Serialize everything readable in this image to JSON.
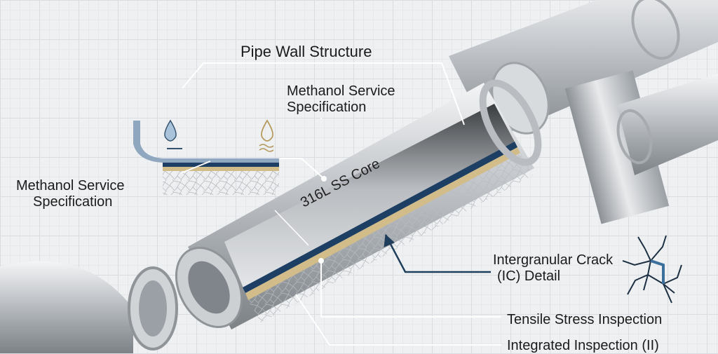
{
  "title": "Pipe Wall Structure",
  "labels": {
    "methanol_spec_top_line1": "Methanol Service",
    "methanol_spec_top_line2": "Specification",
    "methanol_spec_left_line1": "Methanol Service",
    "methanol_spec_left_line2": "Specification",
    "core": "316L SS Core",
    "crack_line1": "Intergranular Crack",
    "crack_line2": "(IC) Detail",
    "tensile": "Tensile Stress Inspection",
    "integrated": "Integrated Inspection (II)"
  },
  "icons": [
    "water-drop-icon",
    "water-drop-wave-icon",
    "crack-icon"
  ],
  "colors": {
    "pipe_steel": "#c6c9cc",
    "liner_blue": "#1d3f63",
    "coating_tan": "#d2bd8a",
    "leader_navy": "#1f3e5c"
  }
}
